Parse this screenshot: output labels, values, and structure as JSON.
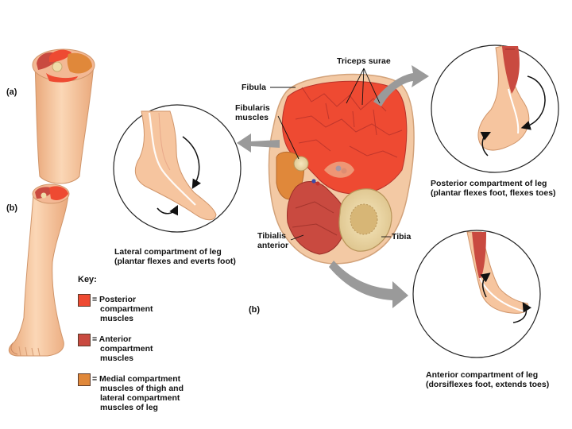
{
  "labels": {
    "panel_a": "(a)",
    "panel_b_left": "(b)",
    "panel_b_center": "(b)",
    "triceps_surae": "Triceps surae",
    "fibula": "Fibula",
    "fibularis_muscles": [
      "Fibularis",
      "muscles"
    ],
    "tibialis_anterior": [
      "Tibialis",
      "anterior"
    ],
    "tibia": "Tibia",
    "lateral_caption": [
      "Lateral compartment of leg",
      "(plantar flexes and everts foot)"
    ],
    "posterior_caption": [
      "Posterior compartment of leg",
      "(plantar flexes foot, flexes toes)"
    ],
    "anterior_caption": [
      "Anterior compartment of leg",
      "(dorsiflexes foot, extends toes)"
    ]
  },
  "key": {
    "title": "Key:",
    "items": [
      {
        "text": [
          "= Posterior",
          "compartment",
          "muscles"
        ],
        "color": "#ee4a32"
      },
      {
        "text": [
          "= Anterior",
          "compartment",
          "muscles"
        ],
        "color": "#c94a40"
      },
      {
        "text": [
          "= Medial compartment",
          "muscles of thigh and",
          "lateral compartment",
          "muscles of leg"
        ],
        "color": "#e0883a"
      }
    ]
  },
  "colors": {
    "posterior_muscle": "#ee4a32",
    "anterior_muscle": "#c94a40",
    "lateral_muscle": "#e0883a",
    "skin": "#f6c9a3",
    "bone": "#efdcaa",
    "arrow": "#9a9a9a"
  }
}
